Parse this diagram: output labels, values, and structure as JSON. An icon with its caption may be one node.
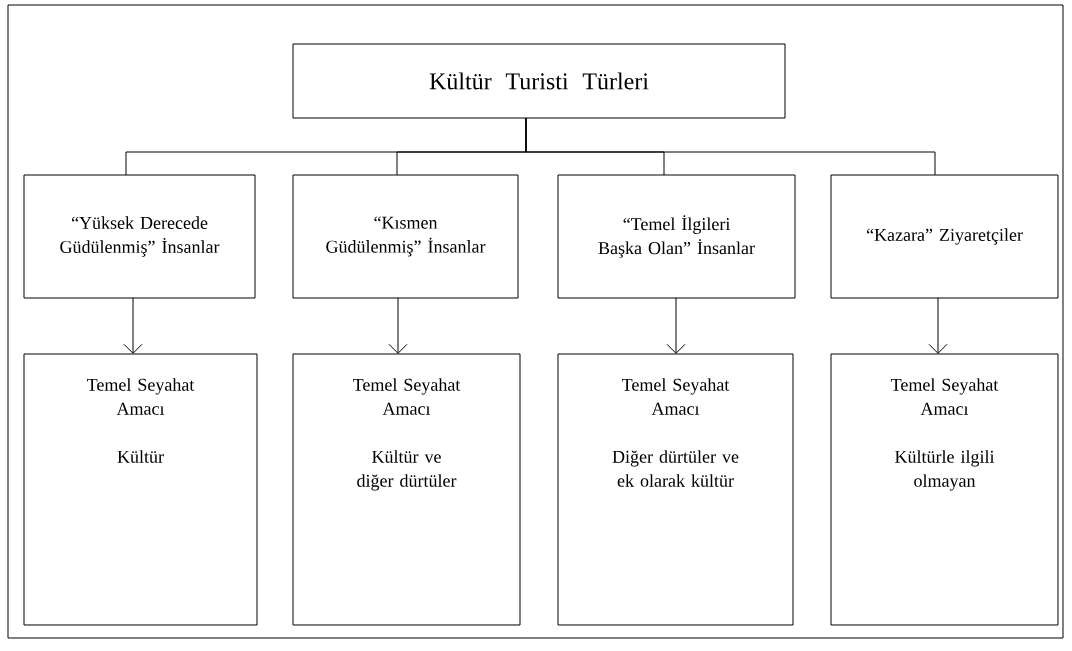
{
  "diagram": {
    "nodes": [
      {
        "text": [
          "Kültür Turisti Türleri"
        ]
      },
      {
        "text": [
          "“Yüksek Derecede Güdülenmiş” İnsanlar"
        ]
      },
      {
        "text": [
          "“Kısmen Güdülenmiş” İnsanlar"
        ]
      },
      {
        "text": [
          "“Temel İlgileri Başka Olan” İnsanlar"
        ]
      },
      {
        "text": [
          "“Kazara” Ziyaretçiler"
        ]
      },
      {
        "text": [
          "Temel Seyahat Amacı",
          "Kültür"
        ]
      },
      {
        "text": [
          "Temel Seyahat Amacı",
          "Kültür ve diğer dürtüler"
        ]
      },
      {
        "text": [
          "Temel Seyahat Amacı",
          "Diğer dürtüler ve ek olarak kültür"
        ]
      },
      {
        "text": [
          "Temel Seyahat Amacı",
          "Kültürle ilgili olmayan"
        ]
      }
    ],
    "edges": [
      {
        "from": 0,
        "to": 1,
        "arrow": "none"
      },
      {
        "from": 0,
        "to": 2,
        "arrow": "none"
      },
      {
        "from": 0,
        "to": 3,
        "arrow": "none"
      },
      {
        "from": 0,
        "to": 4,
        "arrow": "none"
      },
      {
        "from": 1,
        "to": 5,
        "arrow": "to"
      },
      {
        "from": 2,
        "to": 6,
        "arrow": "to"
      },
      {
        "from": 3,
        "to": 7,
        "arrow": "to"
      },
      {
        "from": 4,
        "to": 8,
        "arrow": "to"
      }
    ]
  }
}
